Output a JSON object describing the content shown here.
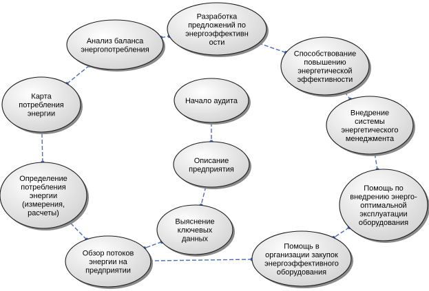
{
  "colors": {
    "node_fill_light": "#ffffff",
    "node_fill_dark": "#d2d2d2",
    "node_stroke": "#1a1a1a",
    "edge": "#4a6bb5"
  },
  "nodes": [
    {
      "id": "analysis",
      "lines": [
        "Анализ баланса",
        "энергопотребления"
      ]
    },
    {
      "id": "proposals",
      "lines": [
        "Разработка",
        "предложений по",
        "энергоэффективн",
        "ости"
      ]
    },
    {
      "id": "promotion",
      "lines": [
        "Способствование",
        "повышению",
        "энергетической",
        "эффективности"
      ]
    },
    {
      "id": "management",
      "lines": [
        "Внедрение",
        "системы",
        "энергетического",
        "менеджмента"
      ]
    },
    {
      "id": "help-operation",
      "lines": [
        "Помощь по",
        "внедрению энерго-",
        "оптимальной",
        "эксплуатации",
        "оборудования"
      ]
    },
    {
      "id": "help-purchase",
      "lines": [
        "Помощь в",
        "организации закупок",
        "энергоэффективного",
        "оборудования"
      ]
    },
    {
      "id": "flows",
      "lines": [
        "Обзор потоков",
        "энергии на",
        "предприятии"
      ]
    },
    {
      "id": "determination",
      "lines": [
        "Определение",
        "потребления",
        "энергии",
        "(измерения,",
        "расчеты)"
      ]
    },
    {
      "id": "map",
      "lines": [
        "Карта",
        "потребления",
        "энергии"
      ]
    },
    {
      "id": "start",
      "lines": [
        "Начало аудита"
      ]
    },
    {
      "id": "description",
      "lines": [
        "Описание",
        "предприятия"
      ]
    },
    {
      "id": "key-data",
      "lines": [
        "Выяснение",
        "ключевых",
        "данных"
      ]
    }
  ],
  "edges": [
    {
      "from": "start",
      "to": "description"
    },
    {
      "from": "description",
      "to": "key-data"
    },
    {
      "from": "key-data",
      "to": "flows"
    },
    {
      "from": "flows",
      "to": "determination"
    },
    {
      "from": "determination",
      "to": "map"
    },
    {
      "from": "map",
      "to": "analysis"
    },
    {
      "from": "analysis",
      "to": "proposals"
    },
    {
      "from": "proposals",
      "to": "promotion"
    },
    {
      "from": "promotion",
      "to": "management"
    },
    {
      "from": "management",
      "to": "help-operation"
    },
    {
      "from": "help-operation",
      "to": "help-purchase"
    },
    {
      "from": "help-purchase",
      "to": "flows"
    }
  ]
}
